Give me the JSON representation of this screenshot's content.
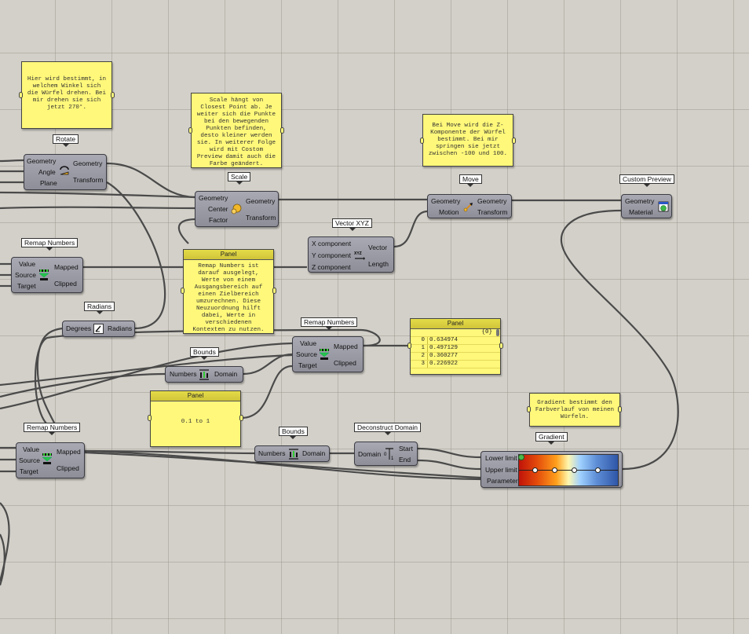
{
  "notes": {
    "rotate_note": "Hier wird bestimmt, in\nwelchem Winkel sich\ndie Würfel drehen. Bei\nmir drehen sie sich\njetzt 270°.",
    "scale_note": "Scale hängt von\nClosest Point ab. Je\nweiter sich die Punkte\nbei den bewegenden\nPunkten befinden,\ndesto kleiner werden\nsie. In weiterer Folge\nwird mit Costom\nPreview damit auch die\nFarbe geändert.",
    "move_note": "Bei Move wird die Z-\nKomponente der Würfel\nbestimmt. Bei mir\nspringen sie jetzt\nzwischen -100 und 100.",
    "gradient_note": "Gradient bestimmt den\nFarbverlauf von meinen\nWürfeln."
  },
  "panels": {
    "remap_panel": {
      "title": "Panel",
      "text": "Remap Numbers ist\ndarauf ausgelegt,\nWerte von einem\nAusgangsbereich auf\neinen Zielbereich\numzurechnen. Diese\nNeuzuordnung hilft\ndabei, Werte in\nverschiedenen\nKontexten zu nutzen."
    },
    "range_panel": {
      "title": "Panel",
      "text": "0.1 to 1"
    },
    "values_panel": {
      "title": "Panel",
      "path": "{0}",
      "rows": [
        {
          "index": "0",
          "value": "0.634974"
        },
        {
          "index": "1",
          "value": "0.497129"
        },
        {
          "index": "2",
          "value": "0.360277"
        },
        {
          "index": "3",
          "value": "0.226922"
        }
      ]
    }
  },
  "components": {
    "rotate": {
      "tag": "Rotate",
      "inputs": [
        "Geometry",
        "Angle",
        "Plane"
      ],
      "outputs": [
        "Geometry",
        "Transform"
      ]
    },
    "scale": {
      "tag": "Scale",
      "inputs": [
        "Geometry",
        "Center",
        "Factor"
      ],
      "outputs": [
        "Geometry",
        "Transform"
      ]
    },
    "move": {
      "tag": "Move",
      "inputs": [
        "Geometry",
        "Motion"
      ],
      "outputs": [
        "Geometry",
        "Transform"
      ]
    },
    "custom_preview": {
      "tag": "Custom Preview",
      "inputs": [
        "Geometry",
        "Material"
      ]
    },
    "vector_xyz": {
      "tag": "Vector XYZ",
      "inputs": [
        "X component",
        "Y component",
        "Z component"
      ],
      "outputs": [
        "Vector",
        "Length"
      ]
    },
    "remap1": {
      "tag": "Remap Numbers",
      "inputs": [
        "Value",
        "Source",
        "Target"
      ],
      "outputs": [
        "Mapped",
        "Clipped"
      ]
    },
    "radians": {
      "tag": "Radians",
      "inputs": [
        "Degrees"
      ],
      "outputs": [
        "Radians"
      ]
    },
    "remap2": {
      "tag": "Remap Numbers",
      "inputs": [
        "Value",
        "Source",
        "Target"
      ],
      "outputs": [
        "Mapped",
        "Clipped"
      ]
    },
    "bounds1": {
      "tag": "Bounds",
      "inputs": [
        "Numbers"
      ],
      "outputs": [
        "Domain"
      ]
    },
    "remap3": {
      "tag": "Remap Numbers",
      "inputs": [
        "Value",
        "Source",
        "Target"
      ],
      "outputs": [
        "Mapped",
        "Clipped"
      ]
    },
    "bounds2": {
      "tag": "Bounds",
      "inputs": [
        "Numbers"
      ],
      "outputs": [
        "Domain"
      ]
    },
    "deconstruct": {
      "tag": "Deconstruct Domain",
      "inputs": [
        "Domain"
      ],
      "outputs": [
        "Start",
        "End"
      ]
    },
    "gradient": {
      "tag": "Gradient",
      "inputs": [
        "Lower limit",
        "Upper limit",
        "Parameter"
      ],
      "grips": [
        0.16,
        0.35,
        0.55,
        0.78
      ]
    }
  }
}
